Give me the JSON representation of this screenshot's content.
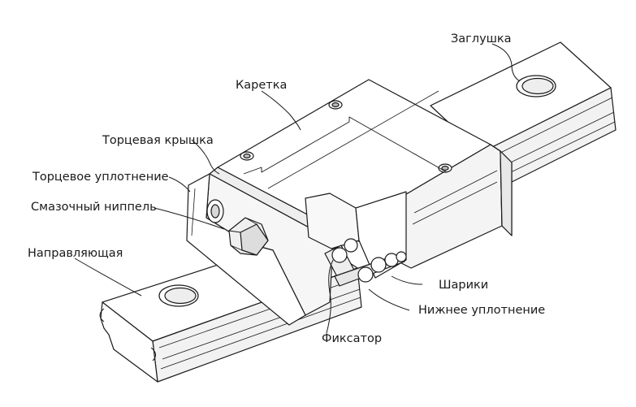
{
  "labels": {
    "plug": "Заглушка",
    "carriage": "Каретка",
    "end_cap": "Торцевая крышка",
    "end_seal": "Торцевое уплотнение",
    "grease_nipple": "Смазочный ниппель",
    "rail": "Направляющая",
    "balls": "Шарики",
    "bottom_seal": "Нижнее уплотнение",
    "retainer": "Фиксатор"
  },
  "colors": {
    "line": "#1a1a1a",
    "fill": "#ffffff",
    "shade": "#e6e6e6",
    "dark": "#c8c8c8"
  }
}
